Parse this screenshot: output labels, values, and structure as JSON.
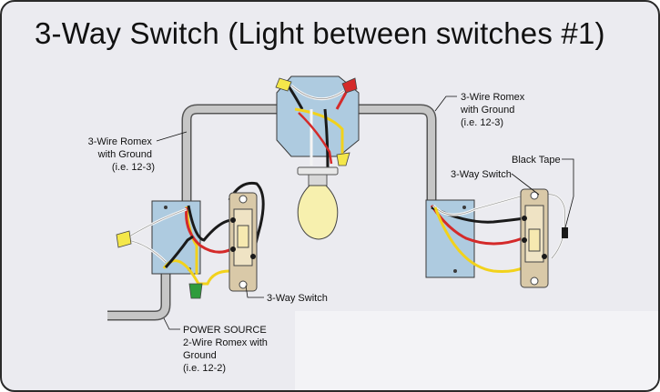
{
  "title": "3-Way Switch (Light between switches #1)",
  "labels": {
    "romex_left": [
      "3-Wire Romex",
      "with Ground",
      "(i.e. 12-3)"
    ],
    "romex_right": [
      "3-Wire Romex",
      "with Ground",
      "(i.e. 12-3)"
    ],
    "black_tape": "Black Tape",
    "switch_right": "3-Way Switch",
    "switch_left": "3-Way Switch",
    "power_source": [
      "POWER SOURCE",
      "2-Wire Romex with",
      "Ground",
      "(i.e. 12-2)"
    ]
  },
  "colors": {
    "background": "#ebebf0",
    "cable": "#c6c6c6",
    "box": "#aecbe0",
    "hot_black": "#1a1a1a",
    "traveler_red": "#d42a2a",
    "neutral_white": "#f4f4f4",
    "ground_yellow": "#f2d21b",
    "wire_nut_yellow": "#f4e74a",
    "wire_nut_red": "#d42a2a",
    "wire_nut_green": "#2e9c3b",
    "bulb": "#f7f0ae",
    "switch_body": "#d9c9a8",
    "toggle": "#f6e9b0"
  }
}
